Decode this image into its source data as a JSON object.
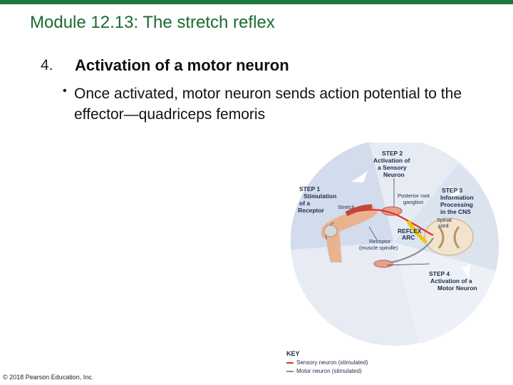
{
  "slide": {
    "title": "Module 12.13: The stretch reflex",
    "heading_number": "4.",
    "heading_text": "Activation of a motor neuron",
    "bullet_text": "Once activated, motor neuron sends action potential to the effector—quadriceps femoris",
    "copyright": "© 2018 Pearson Education, Inc."
  },
  "figure": {
    "step1": [
      "STEP 1",
      "Stimulation",
      "of a",
      "Receptor"
    ],
    "step2": [
      "STEP 2",
      "Activation of",
      "a Sensory",
      "Neuron"
    ],
    "step3": [
      "STEP 3",
      "Information",
      "Processing",
      "in the CNS"
    ],
    "step4": [
      "STEP 4",
      "Activation of a",
      "Motor Neuron"
    ],
    "stretch": "Stretch",
    "posterior_root": [
      "Posterior root",
      "ganglion"
    ],
    "spinal_cord": [
      "Spinal",
      "cord"
    ],
    "reflex_arc": [
      "REFLEX",
      "ARC"
    ],
    "receptor": [
      "Receptor",
      "(muscle spindle)"
    ],
    "key": {
      "title": "KEY",
      "sensory": "Sensory neuron (stimulated)",
      "motor": "Motor neuron (stimulated)",
      "sensory_color": "#e3342f",
      "motor_color": "#8a8f99"
    }
  }
}
